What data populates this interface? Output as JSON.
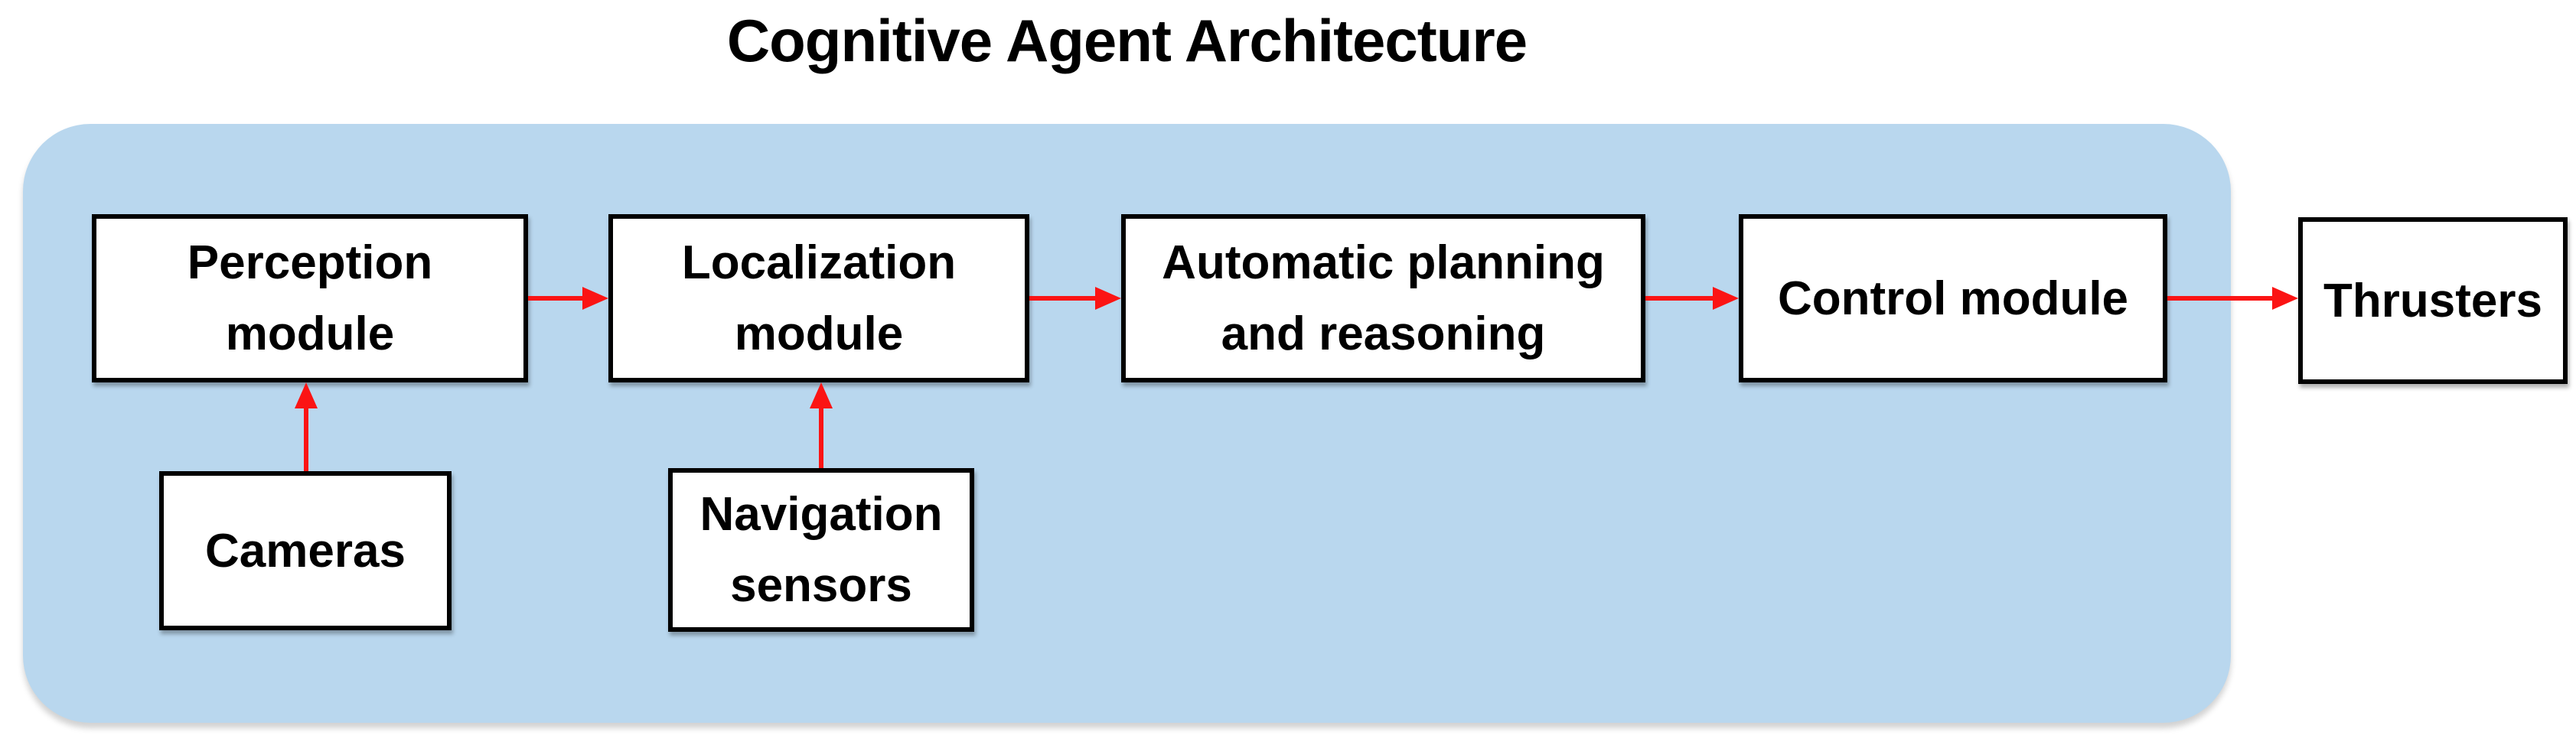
{
  "title": "Cognitive Agent Architecture",
  "colors": {
    "container_fill": "#B9D7EE",
    "arrow": "#FB1414",
    "box_fill": "#FFFFFF",
    "box_border": "#000000",
    "text": "#000000",
    "background": "#FFFFFF"
  },
  "diagram": {
    "nodes": [
      {
        "id": "perception",
        "label": "Perception\nmodule"
      },
      {
        "id": "localization",
        "label": "Localization\nmodule"
      },
      {
        "id": "planning",
        "label": "Automatic planning\nand reasoning"
      },
      {
        "id": "control",
        "label": "Control module"
      },
      {
        "id": "thrusters",
        "label": "Thrusters"
      },
      {
        "id": "cameras",
        "label": "Cameras"
      },
      {
        "id": "nav_sensors",
        "label": "Navigation\nsensors"
      }
    ],
    "edges": [
      {
        "from": "perception",
        "to": "localization",
        "direction": "right"
      },
      {
        "from": "localization",
        "to": "planning",
        "direction": "right"
      },
      {
        "from": "planning",
        "to": "control",
        "direction": "right"
      },
      {
        "from": "control",
        "to": "thrusters",
        "direction": "right"
      },
      {
        "from": "cameras",
        "to": "perception",
        "direction": "up"
      },
      {
        "from": "nav_sensors",
        "to": "localization",
        "direction": "up"
      }
    ]
  }
}
